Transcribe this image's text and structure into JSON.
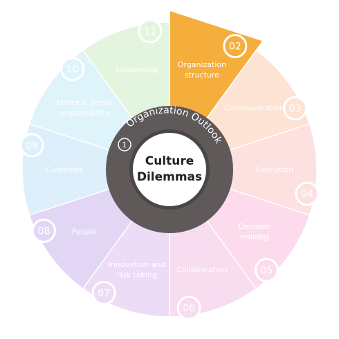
{
  "hub": {
    "title_line1": "Culture",
    "title_line2": "Dilemmas"
  },
  "ring": {
    "title": "Organization Outlook",
    "number": "1"
  },
  "segments": [
    {
      "number": "02",
      "label": [
        "Organization",
        "structure"
      ],
      "color": "#f5ad3c",
      "active": true
    },
    {
      "number": "03",
      "label": [
        "Communication"
      ],
      "color": "#fde3d3",
      "active": false
    },
    {
      "number": "04",
      "label": [
        "Execution"
      ],
      "color": "#fde0e0",
      "active": false
    },
    {
      "number": "05",
      "label": [
        "Decision",
        "making"
      ],
      "color": "#fcdcec",
      "active": false
    },
    {
      "number": "06",
      "label": [
        "Collaboration"
      ],
      "color": "#f8dcf0",
      "active": false
    },
    {
      "number": "07",
      "label": [
        "Innovation and",
        "risk taking"
      ],
      "color": "#ecdcf6",
      "active": false
    },
    {
      "number": "08",
      "label": [
        "People"
      ],
      "color": "#e2d6f5",
      "active": false
    },
    {
      "number": "09",
      "label": [
        "Customer"
      ],
      "color": "#dceffa",
      "active": false
    },
    {
      "number": "10",
      "label": [
        "Ethics & social",
        "responsibility"
      ],
      "color": "#dff3fb",
      "active": false
    },
    {
      "number": "11",
      "label": [
        "Leadership"
      ],
      "color": "#e4f5df",
      "active": false
    }
  ]
}
